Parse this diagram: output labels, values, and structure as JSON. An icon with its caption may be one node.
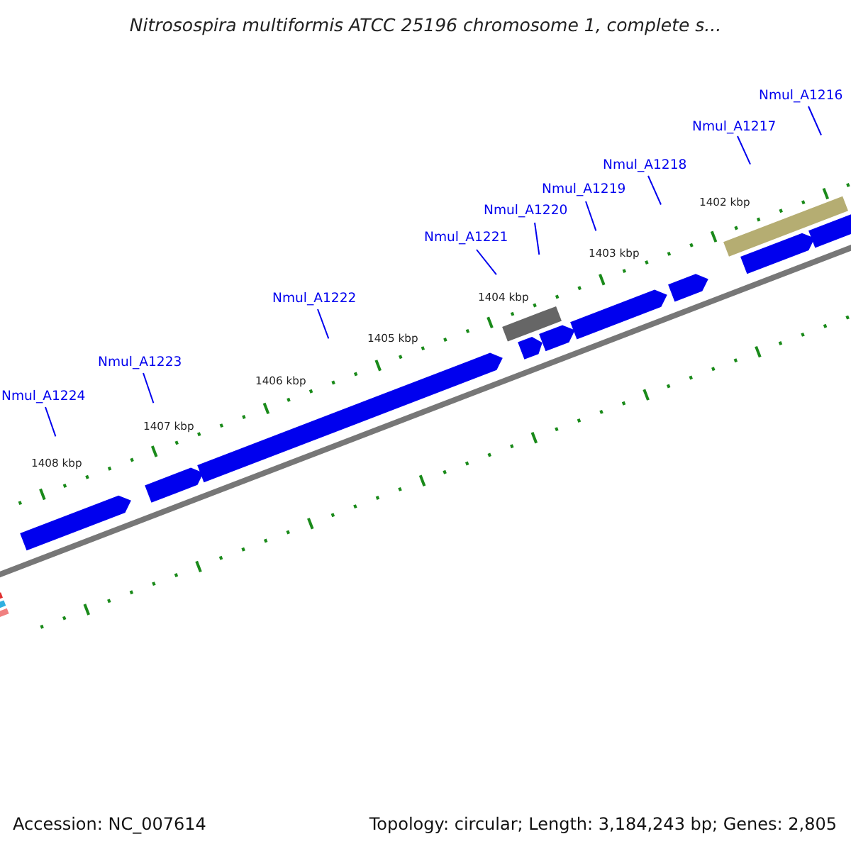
{
  "diagram": {
    "title": "Nitrosospira multiformis ATCC 25196 chromosome 1, complete s...",
    "nodes": [
      {
        "text": [
          "Nmul_A1224"
        ]
      },
      {
        "text": [
          "Nmul_A1223"
        ]
      },
      {
        "text": [
          "Nmul_A1222"
        ]
      },
      {
        "text": [
          "Nmul_A1221"
        ]
      },
      {
        "text": [
          "Nmul_A1220"
        ]
      },
      {
        "text": [
          "Nmul_A1219"
        ]
      },
      {
        "text": [
          "Nmul_A1218"
        ]
      },
      {
        "text": [
          "Nmul_A1217"
        ]
      },
      {
        "text": [
          "Nmul_A1216"
        ]
      }
    ],
    "edges": [
      {
        "from": 0,
        "to": null,
        "arrow": "none"
      },
      {
        "from": 1,
        "to": null,
        "arrow": "none"
      },
      {
        "from": 2,
        "to": null,
        "arrow": "none"
      },
      {
        "from": 3,
        "to": null,
        "arrow": "none"
      },
      {
        "from": 4,
        "to": null,
        "arrow": "none"
      },
      {
        "from": 5,
        "to": null,
        "arrow": "none"
      },
      {
        "from": 6,
        "to": null,
        "arrow": "none"
      },
      {
        "from": 7,
        "to": null,
        "arrow": "none"
      },
      {
        "from": 8,
        "to": null,
        "arrow": "none"
      }
    ],
    "labels": [
      "1408 kbp",
      "1407 kbp",
      "1406 kbp",
      "1405 kbp",
      "1404 kbp",
      "1403 kbp",
      "1402 kbp",
      "Accession: NC_007614",
      "Topology: circular; Length: 3,184,243 bp; Genes: 2,805"
    ]
  }
}
